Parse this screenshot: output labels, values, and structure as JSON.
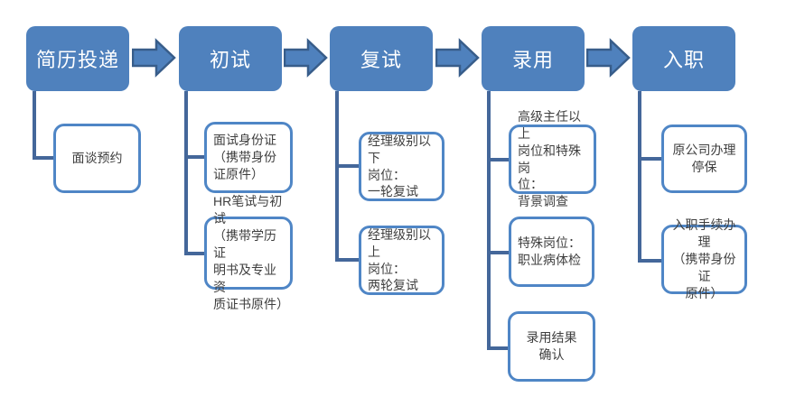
{
  "flowchart": {
    "stages": [
      {
        "label": "简历投递",
        "items": [
          {
            "text": "面谈预约"
          }
        ]
      },
      {
        "label": "初试",
        "items": [
          {
            "text": "面试身份证\n（携带身份\n证原件）"
          },
          {
            "text": "HR笔试与初试\n（携带学历证\n明书及专业资\n质证书原件）"
          }
        ]
      },
      {
        "label": "复试",
        "items": [
          {
            "text": "经理级别以下\n岗位：\n一轮复试"
          },
          {
            "text": "经理级别以上\n岗位：\n两轮复试"
          }
        ]
      },
      {
        "label": "录用",
        "items": [
          {
            "text": "高级主任以上\n岗位和特殊岗\n位：\n背景调查"
          },
          {
            "text": "特殊岗位：\n职业病体检"
          },
          {
            "text": "录用结果\n确认"
          }
        ]
      },
      {
        "label": "入职",
        "items": [
          {
            "text": "原公司办理\n停保"
          },
          {
            "text": "入职手续办理\n（携带身份证\n原件）"
          }
        ]
      }
    ],
    "colors": {
      "stage_fill": "#4f81bd",
      "stage_text": "#ffffff",
      "arrow_fill": "#4f81bd",
      "arrow_border": "#385d8a",
      "connector": "#44679a",
      "item_border": "#4f86c6",
      "item_text": "#3f3f3f",
      "background": "#ffffff"
    }
  }
}
